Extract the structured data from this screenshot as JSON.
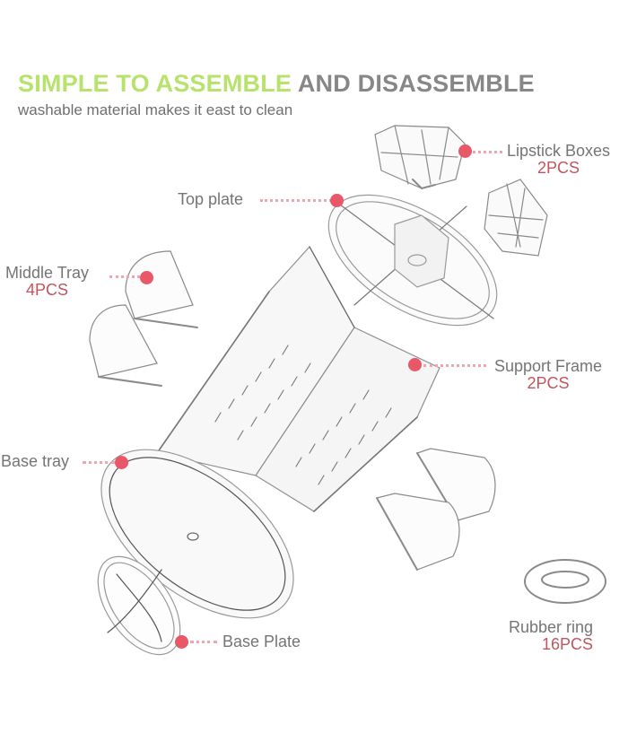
{
  "header": {
    "title_highlight": "SIMPLE TO ASSEMBLE",
    "title_rest": "AND DISASSEMBLE",
    "subtitle": "washable material makes it east to clean"
  },
  "colors": {
    "highlight_green": "#b7e36d",
    "title_gray": "#878787",
    "label_gray": "#757575",
    "quantity_red": "#c25560",
    "marker_dot": "#e85868",
    "leader_pink": "#f0a6b0"
  },
  "parts": [
    {
      "id": "lipstick-boxes",
      "label": "Lipstick Boxes",
      "quantity": "2PCS"
    },
    {
      "id": "top-plate",
      "label": "Top plate",
      "quantity": ""
    },
    {
      "id": "middle-tray",
      "label": "Middle Tray",
      "quantity": "4PCS"
    },
    {
      "id": "support-frame",
      "label": "Support Frame",
      "quantity": "2PCS"
    },
    {
      "id": "base-tray",
      "label": "Base tray",
      "quantity": ""
    },
    {
      "id": "base-plate",
      "label": "Base Plate",
      "quantity": ""
    },
    {
      "id": "rubber-ring",
      "label": "Rubber ring",
      "quantity": "16PCS"
    }
  ]
}
